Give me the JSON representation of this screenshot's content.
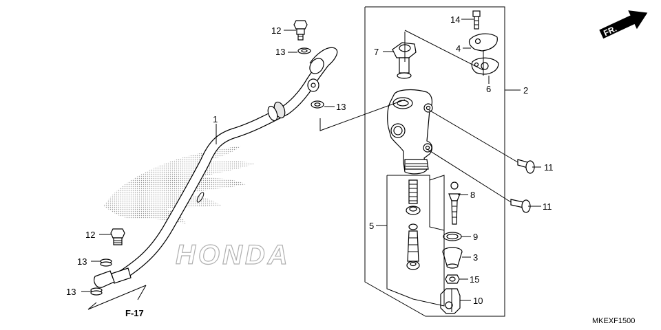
{
  "callouts": {
    "c1": "1",
    "c2": "2",
    "c3": "3",
    "c4": "4",
    "c5": "5",
    "c6": "6",
    "c7": "7",
    "c8": "8",
    "c9": "9",
    "c10": "10",
    "c11a": "11",
    "c11b": "11",
    "c12a": "12",
    "c12b": "12",
    "c13a": "13",
    "c13b": "13",
    "c13c": "13",
    "c13d": "13",
    "c14": "14",
    "c15": "15"
  },
  "ref_label": "F-17",
  "direction_label": "FR.",
  "diagram_code": "MKEXF1500",
  "watermark_text": "HONDA",
  "colors": {
    "ink": "#000000",
    "paper": "#ffffff",
    "watermark": "#c8c8c8"
  }
}
